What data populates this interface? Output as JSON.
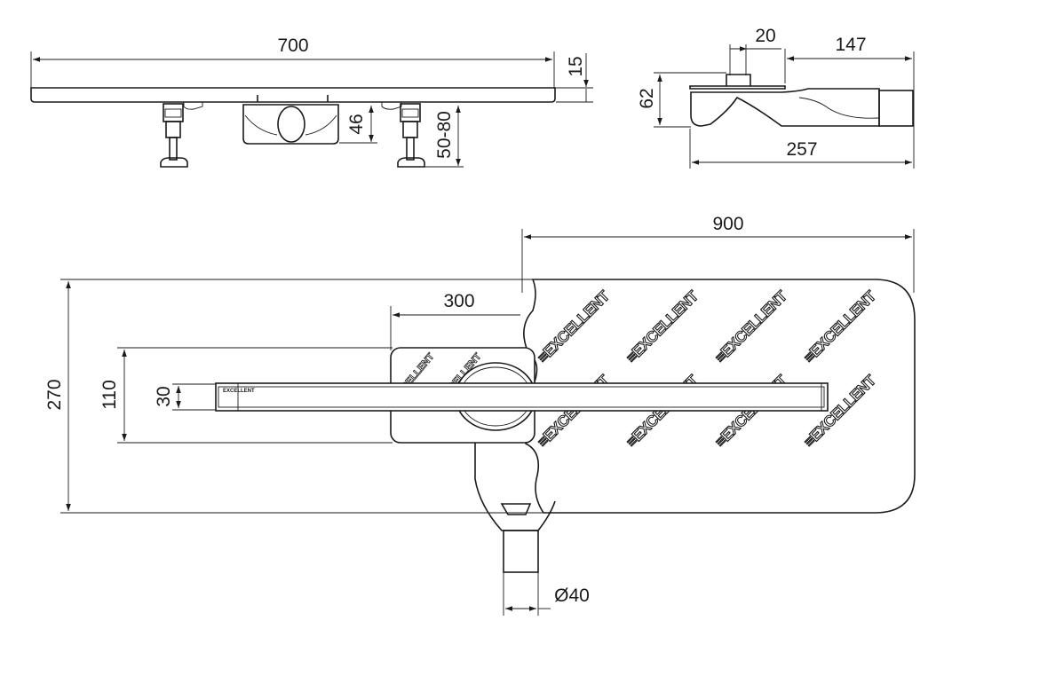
{
  "front_view": {
    "width_label": "700",
    "top_thickness_label": "15",
    "body_height_label": "46",
    "leg_height_label": "50-80"
  },
  "side_view": {
    "nipple_label": "20",
    "outlet_length_label": "147",
    "height_label": "62",
    "length_label": "257"
  },
  "plan_view": {
    "membrane_width_label": "900",
    "membrane_height_label": "270",
    "flange_width_label": "300",
    "flange_height_label": "110",
    "channel_width_label": "30",
    "outlet_diameter_label": "Ø40",
    "watermark_text": "EXCELLENT"
  },
  "colors": {
    "line": "#1a1a1a",
    "background": "#ffffff"
  }
}
